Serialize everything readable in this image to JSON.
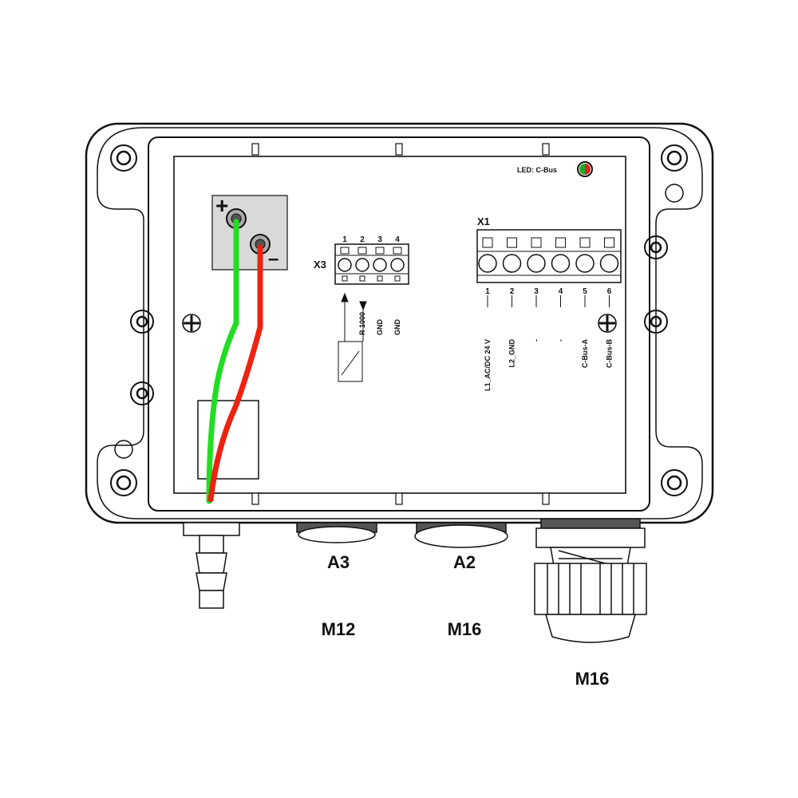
{
  "led_label": "LED: C-Bus",
  "plus_sign": "+",
  "minus_sign": "–",
  "x3": {
    "label": "X3",
    "pins": [
      "1",
      "2",
      "3",
      "4"
    ],
    "signals": [
      "R 1000",
      "GND",
      "GND"
    ]
  },
  "x1": {
    "label": "X1",
    "pins": [
      "1",
      "2",
      "3",
      "4",
      "5",
      "6"
    ],
    "signals": [
      "L1_AC/DC 24 V",
      "L2_GND",
      "-",
      "-",
      "C-Bus-A",
      "C-Bus-B"
    ]
  },
  "connectors": {
    "a3": {
      "label": "A3",
      "thread": "M12"
    },
    "a2": {
      "label": "A2",
      "thread": "M16"
    },
    "gland": {
      "thread": "M16"
    }
  },
  "colors": {
    "wire_positive": "#22dd22",
    "wire_negative": "#ee2211",
    "led_green": "#22aa22",
    "led_red": "#dd2222",
    "terminal_block_fill": "#d9d9d9"
  }
}
